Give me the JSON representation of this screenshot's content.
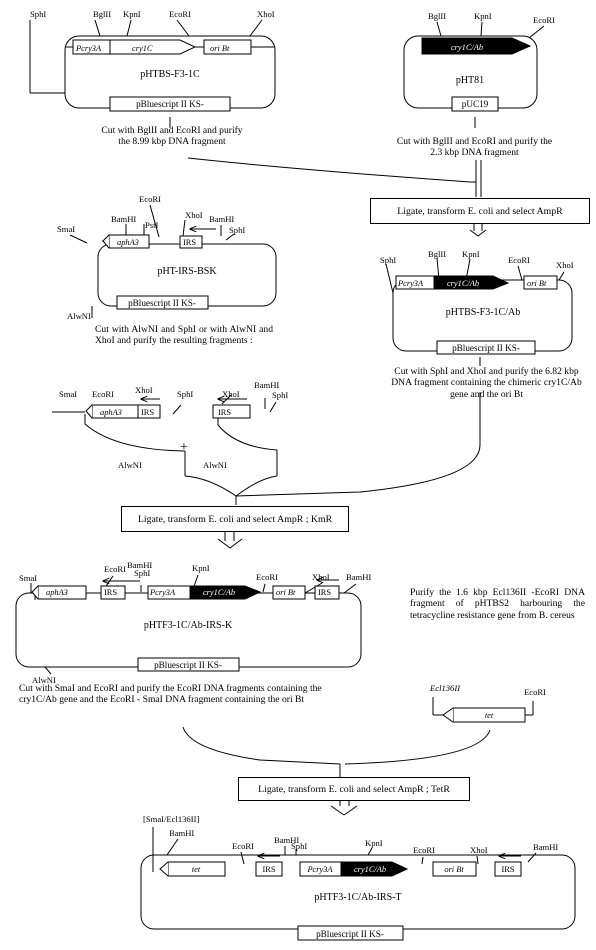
{
  "plasmids": {
    "p1": {
      "name": "pHTBS-F3-1C",
      "vector": "pBluescript II KS-",
      "sites": [
        "SphI",
        "BglII",
        "KpnI",
        "EcoRI",
        "XhoI"
      ],
      "segments": [
        "Pcry3A",
        "cry1C",
        "ori Bt"
      ]
    },
    "p2": {
      "name": "pHT81",
      "vector": "pUC19",
      "sites": [
        "BglII",
        "KpnI",
        "EcoRI"
      ],
      "segments": [
        "cry1C/Ab"
      ]
    },
    "p3": {
      "name": "pHT-IRS-BSK",
      "vector": "pBluescript II KS-",
      "sites": [
        "EcoRI",
        "SmaI",
        "BamHI",
        "PstI",
        "XhoI",
        "BamHI",
        "SphI",
        "AlwNI"
      ],
      "segments": [
        "aphA3",
        "IRS"
      ]
    },
    "p4": {
      "name": "pHTBS-F3-1C/Ab",
      "vector": "pBluescript II KS-",
      "sites": [
        "SphI",
        "BglII",
        "KpnI",
        "EcoRI",
        "XhoI"
      ],
      "segments": [
        "Pcry3A",
        "cry1C/Ab",
        "ori Bt"
      ]
    },
    "frag": {
      "sites": [
        "SmaI",
        "EcoRI",
        "XhoI",
        "SphI",
        "XhoI",
        "BamHI",
        "SphI",
        "AlwNI",
        "AlwNI"
      ],
      "segments": [
        "aphA3",
        "IRS",
        "IRS"
      ],
      "plus": "+"
    },
    "p5": {
      "name": "pHTF3-1C/Ab-IRS-K",
      "vector": "pBluescript II KS-",
      "sites": [
        "SmaI",
        "EcoRI",
        "BamHI",
        "SphI",
        "KpnI",
        "EcoRI",
        "XhoI",
        "BamHI",
        "AlwNI"
      ],
      "segments": [
        "aphA3",
        "IRS",
        "Pcry3A",
        "cry1C/Ab",
        "ori Bt",
        "IRS"
      ]
    },
    "tetfrag": {
      "sites": [
        "Ecl136II",
        "EcoRI"
      ],
      "segments": [
        "tet"
      ]
    },
    "p6": {
      "name": "pHTF3-1C/Ab-IRS-T",
      "vector": "pBluescript II KS-",
      "sites": [
        "[SmaI/Ecl136II]",
        "BamHI",
        "EcoRI",
        "BamHI",
        "SphI",
        "KpnI",
        "EcoRI",
        "XhoI",
        "BamHI"
      ],
      "segments": [
        "tet",
        "IRS",
        "Pcry3A",
        "cry1C/Ab",
        "ori Bt",
        "IRS"
      ]
    }
  },
  "steps": {
    "s1": "Cut with BglII and EcoRI and purify the 8.99 kbp DNA fragment",
    "s2": "Cut with BglII and EcoRI and purify the 2.3 kbp DNA fragment",
    "s3": "Cut with AlwNI and SphI or with AlwNI and XhoI and purify the resulting fragments :",
    "s4": "Cut with SphI and XhoI and purify the 6.82 kbp DNA fragment containing the chimeric cry1C/Ab gene and the ori Bt",
    "s5": "Purify the 1.6 kbp Ecl136II -EcoRI DNA fragment of pHTBS2 harbouring the tetracycline resistance gene from B. cereus",
    "s6": "Cut with SmaI and EcoRI and purify the EcoRI DNA fragments containing the cry1C/Ab gene and the EcoRI - SmaI DNA fragment containing the ori Bt"
  },
  "ligations": {
    "l1": "Ligate, transform E. coli and select AmpR",
    "l2": "Ligate, transform E. coli and select AmpR ; KmR",
    "l3": "Ligate, transform E. coli and select AmpR ; TetR"
  }
}
